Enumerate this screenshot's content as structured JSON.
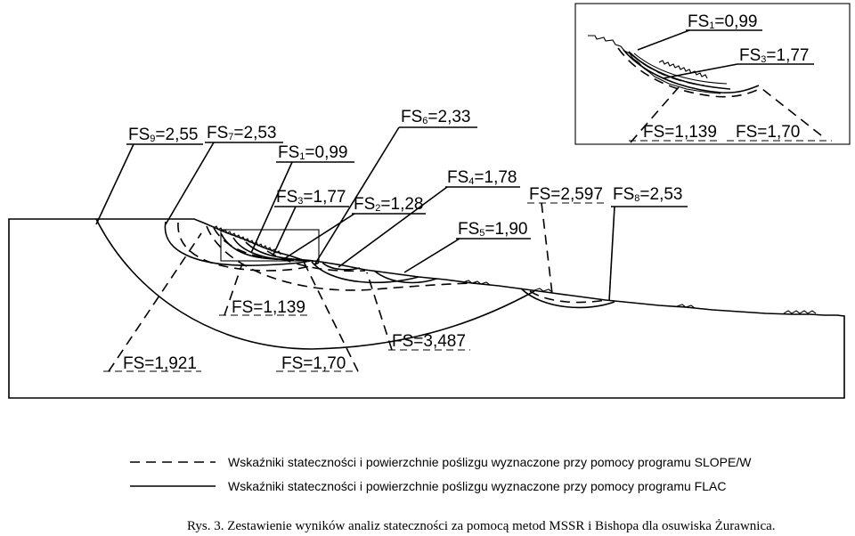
{
  "main_labels": {
    "fs9": {
      "base": "FS",
      "sub": "9",
      "val": "=2,55"
    },
    "fs7": {
      "base": "FS",
      "sub": "7",
      "val": "=2,53"
    },
    "fs1": {
      "base": "FS",
      "sub": "1",
      "val": "=0,99"
    },
    "fs3": {
      "base": "FS",
      "sub": "3",
      "val": "=1,77"
    },
    "fs2": {
      "base": "FS",
      "sub": "2",
      "val": "=1,28"
    },
    "fs6": {
      "base": "FS",
      "sub": "6",
      "val": "=2,33"
    },
    "fs4": {
      "base": "FS",
      "sub": "4",
      "val": "=1,78"
    },
    "fs5": {
      "base": "FS",
      "sub": "5",
      "val": "=1,90"
    },
    "fs8": {
      "base": "FS",
      "sub": "8",
      "val": "=2,53"
    },
    "fs_2597": "FS=2,597",
    "fs_1139": "FS=1,139",
    "fs_1921": "FS=1,921",
    "fs_170": "FS=1,70",
    "fs_3487": "FS=3,487"
  },
  "inset_labels": {
    "fs1": {
      "base": "FS",
      "sub": "1",
      "val": "=0,99"
    },
    "fs3": {
      "base": "FS",
      "sub": "3",
      "val": "=1,77"
    },
    "fs_1139": "FS=1,139",
    "fs_170": "FS=1,70"
  },
  "legend": {
    "slope_w": "Wskaźniki stateczności i powierzchnie poślizgu wyznaczone przy pomocy programu SLOPE/W",
    "flac": "Wskaźniki stateczności i powierzchnie poślizgu wyznaczone przy pomocy programu FLAC"
  },
  "caption": "Rys. 3. Zestawienie wyników analiz stateczności za pomocą metod MSSR i Bishopa dla osuwiska Żurawnica."
}
